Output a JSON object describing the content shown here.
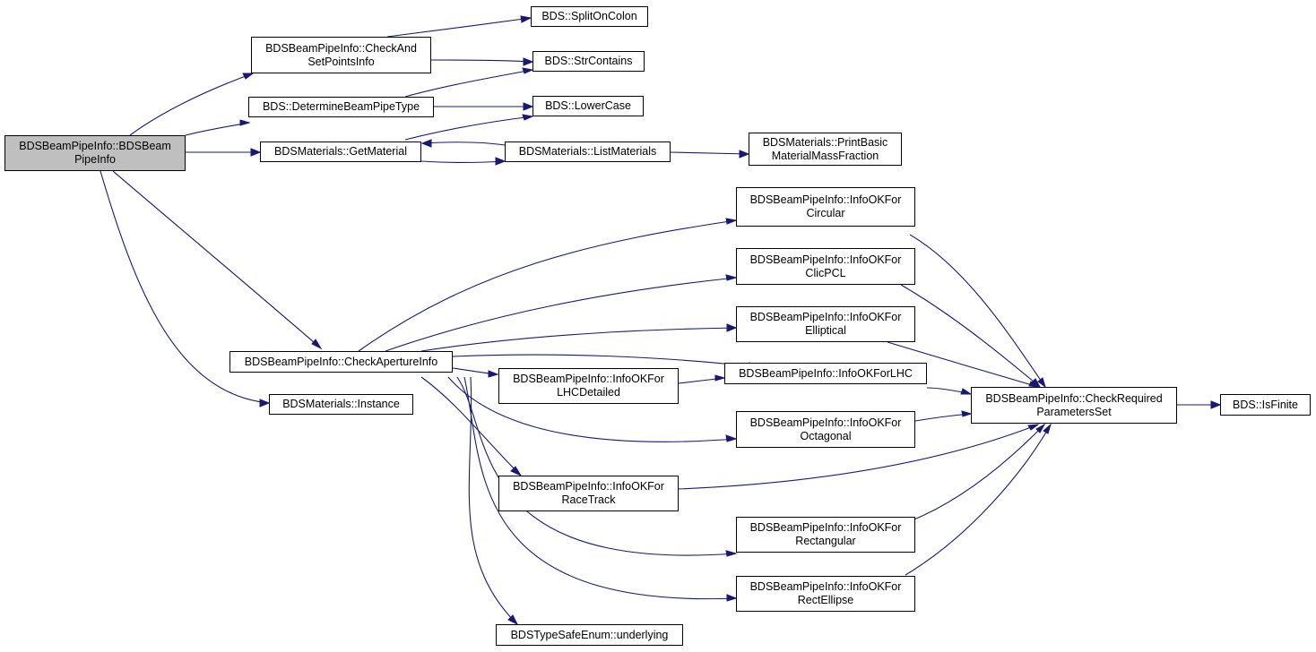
{
  "graph": {
    "root_fill": "#bfbfbf",
    "edge_color": "#191970",
    "nodes": {
      "root": [
        "BDSBeamPipeInfo::BDSBeam",
        "PipeInfo"
      ],
      "check_and_set": [
        "BDSBeamPipeInfo::CheckAnd",
        "SetPointsInfo"
      ],
      "determine_type": [
        "BDS::DetermineBeamPipeType"
      ],
      "get_material": [
        "BDSMaterials::GetMaterial"
      ],
      "list_materials": [
        "BDSMaterials::ListMaterials"
      ],
      "print_basic": [
        "BDSMaterials::PrintBasic",
        "MaterialMassFraction"
      ],
      "split_on_colon": [
        "BDS::SplitOnColon"
      ],
      "str_contains": [
        "BDS::StrContains"
      ],
      "lower_case": [
        "BDS::LowerCase"
      ],
      "check_aperture": [
        "BDSBeamPipeInfo::CheckApertureInfo"
      ],
      "instance": [
        "BDSMaterials::Instance"
      ],
      "lhc_detailed": [
        "BDSBeamPipeInfo::InfoOKFor",
        "LHCDetailed"
      ],
      "race_track": [
        "BDSBeamPipeInfo::InfoOKFor",
        "RaceTrack"
      ],
      "underlying": [
        "BDSTypeSafeEnum::underlying"
      ],
      "circular": [
        "BDSBeamPipeInfo::InfoOKFor",
        "Circular"
      ],
      "clic_pcl": [
        "BDSBeamPipeInfo::InfoOKFor",
        "ClicPCL"
      ],
      "elliptical": [
        "BDSBeamPipeInfo::InfoOKFor",
        "Elliptical"
      ],
      "lhc": [
        "BDSBeamPipeInfo::InfoOKForLHC"
      ],
      "octagonal": [
        "BDSBeamPipeInfo::InfoOKFor",
        "Octagonal"
      ],
      "rectangular": [
        "BDSBeamPipeInfo::InfoOKFor",
        "Rectangular"
      ],
      "rect_ellipse": [
        "BDSBeamPipeInfo::InfoOKFor",
        "RectEllipse"
      ],
      "check_required": [
        "BDSBeamPipeInfo::CheckRequired",
        "ParametersSet"
      ],
      "is_finite": [
        "BDS::IsFinite"
      ]
    }
  }
}
